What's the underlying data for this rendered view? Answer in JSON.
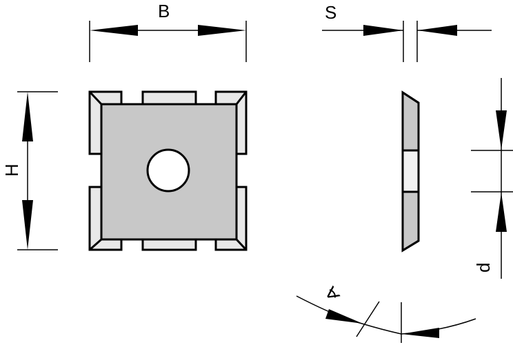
{
  "labels": {
    "width": "B",
    "height": "H",
    "thickness": "S",
    "hole_diameter": "d",
    "angle_symbol": "∢"
  },
  "colors": {
    "face": "#c8c8c8",
    "bevel": "#e8e8e8",
    "hole": "#ffffff",
    "side_center": "#f2f2f2",
    "line": "#000000"
  }
}
